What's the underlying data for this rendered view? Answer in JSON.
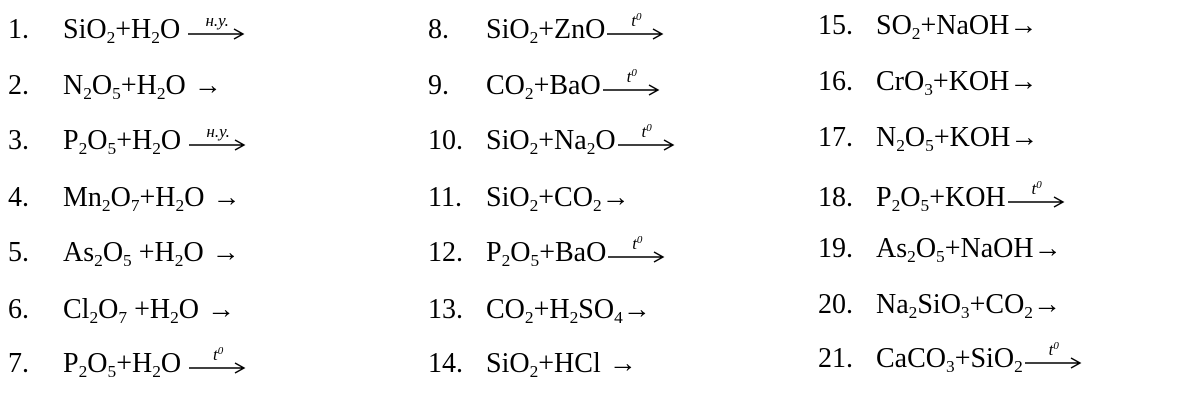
{
  "columns": [
    {
      "left": 0,
      "rows": [
        {
          "n": "1.",
          "parts": [
            [
              "t",
              "SiO"
            ],
            [
              "s",
              "2"
            ],
            [
              "t",
              "+H"
            ],
            [
              "s",
              "2"
            ],
            [
              "t",
              "O"
            ]
          ],
          "arrow": "cond",
          "cond": "н.у."
        },
        {
          "n": "2.",
          "parts": [
            [
              "t",
              "N"
            ],
            [
              "s",
              "2"
            ],
            [
              "t",
              "O"
            ],
            [
              "s",
              "5"
            ],
            [
              "t",
              "+H"
            ],
            [
              "s",
              "2"
            ],
            [
              "t",
              "O"
            ]
          ],
          "arrow": "plain"
        },
        {
          "n": "3.",
          "parts": [
            [
              "t",
              "P"
            ],
            [
              "s",
              "2"
            ],
            [
              "t",
              "O"
            ],
            [
              "s",
              "5"
            ],
            [
              "t",
              "+H"
            ],
            [
              "s",
              "2"
            ],
            [
              "t",
              "O"
            ]
          ],
          "arrow": "cond",
          "cond": "н.у."
        },
        {
          "n": "4.",
          "parts": [
            [
              "t",
              "Mn"
            ],
            [
              "s",
              "2"
            ],
            [
              "t",
              "O"
            ],
            [
              "s",
              "7"
            ],
            [
              "t",
              "+H"
            ],
            [
              "s",
              "2"
            ],
            [
              "t",
              "O"
            ]
          ],
          "arrow": "plain"
        },
        {
          "n": "5.",
          "parts": [
            [
              "t",
              "As"
            ],
            [
              "s",
              "2"
            ],
            [
              "t",
              "O"
            ],
            [
              "s",
              "5"
            ],
            [
              "t",
              " +H"
            ],
            [
              "s",
              "2"
            ],
            [
              "t",
              "O"
            ]
          ],
          "arrow": "plain"
        },
        {
          "n": "6.",
          "parts": [
            [
              "t",
              "Cl"
            ],
            [
              "s",
              "2"
            ],
            [
              "t",
              "O"
            ],
            [
              "s",
              "7"
            ],
            [
              "t",
              " +H"
            ],
            [
              "s",
              "2"
            ],
            [
              "t",
              "O"
            ]
          ],
          "arrow": "plain"
        },
        {
          "n": "7.",
          "parts": [
            [
              "t",
              "P"
            ],
            [
              "s",
              "2"
            ],
            [
              "t",
              "O"
            ],
            [
              "s",
              "5"
            ],
            [
              "t",
              "+H"
            ],
            [
              "s",
              "2"
            ],
            [
              "t",
              "O"
            ]
          ],
          "arrow": "cond",
          "cond": "t",
          "cond_sup": "0"
        }
      ]
    },
    {
      "left": 0,
      "rows": [
        {
          "n": "8.",
          "parts": [
            [
              "t",
              "SiO"
            ],
            [
              "s",
              "2"
            ],
            [
              "t",
              "+ZnO"
            ]
          ],
          "arrow": "cond",
          "cond": "t",
          "cond_sup": "0"
        },
        {
          "n": "9.",
          "parts": [
            [
              "t",
              "CO"
            ],
            [
              "s",
              "2"
            ],
            [
              "t",
              "+BaO"
            ]
          ],
          "arrow": "cond",
          "cond": "t",
          "cond_sup": "0"
        },
        {
          "n": "10.",
          "parts": [
            [
              "t",
              "SiO"
            ],
            [
              "s",
              "2"
            ],
            [
              "t",
              "+Na"
            ],
            [
              "s",
              "2"
            ],
            [
              "t",
              "O"
            ]
          ],
          "arrow": "cond",
          "cond": "t",
          "cond_sup": "0"
        },
        {
          "n": "11.",
          "parts": [
            [
              "t",
              "SiO"
            ],
            [
              "s",
              "2"
            ],
            [
              "t",
              "+CO"
            ],
            [
              "s",
              "2"
            ]
          ],
          "arrow": "plain"
        },
        {
          "n": "12.",
          "parts": [
            [
              "t",
              "P"
            ],
            [
              "s",
              "2"
            ],
            [
              "t",
              "O"
            ],
            [
              "s",
              "5"
            ],
            [
              "t",
              "+BaO"
            ]
          ],
          "arrow": "cond",
          "cond": "t",
          "cond_sup": "0"
        },
        {
          "n": "13.",
          "parts": [
            [
              "t",
              "CO"
            ],
            [
              "s",
              "2"
            ],
            [
              "t",
              "+H"
            ],
            [
              "s",
              "2"
            ],
            [
              "t",
              "SO"
            ],
            [
              "s",
              "4"
            ]
          ],
          "arrow": "plain"
        },
        {
          "n": "14.",
          "parts": [
            [
              "t",
              "SiO"
            ],
            [
              "s",
              "2"
            ],
            [
              "t",
              "+HCl"
            ]
          ],
          "arrow": "plain"
        }
      ]
    },
    {
      "left": 0,
      "rows": [
        {
          "n": "15.",
          "parts": [
            [
              "t",
              "SO"
            ],
            [
              "s",
              "2"
            ],
            [
              "t",
              "+NaOH"
            ]
          ],
          "arrow": "plain"
        },
        {
          "n": "16.",
          "parts": [
            [
              "t",
              "CrO"
            ],
            [
              "s",
              "3"
            ],
            [
              "t",
              "+KOH"
            ]
          ],
          "arrow": "plain"
        },
        {
          "n": "17.",
          "parts": [
            [
              "t",
              "N"
            ],
            [
              "s",
              "2"
            ],
            [
              "t",
              "O"
            ],
            [
              "s",
              "5"
            ],
            [
              "t",
              "+KOH"
            ]
          ],
          "arrow": "plain"
        },
        {
          "n": "18.",
          "parts": [
            [
              "t",
              "P"
            ],
            [
              "s",
              "2"
            ],
            [
              "t",
              "O"
            ],
            [
              "s",
              "5"
            ],
            [
              "t",
              "+KOH"
            ]
          ],
          "arrow": "cond",
          "cond": "t",
          "cond_sup": "0"
        },
        {
          "n": "19.",
          "parts": [
            [
              "t",
              "As"
            ],
            [
              "s",
              "2"
            ],
            [
              "t",
              "O"
            ],
            [
              "s",
              "5"
            ],
            [
              "t",
              "+NaOH"
            ]
          ],
          "arrow": "plain"
        },
        {
          "n": "20.",
          "parts": [
            [
              "t",
              "Na"
            ],
            [
              "s",
              "2"
            ],
            [
              "t",
              "SiO"
            ],
            [
              "s",
              "3"
            ],
            [
              "t",
              "+CO"
            ],
            [
              "s",
              "2"
            ]
          ],
          "arrow": "plain"
        },
        {
          "n": "21.",
          "parts": [
            [
              "t",
              "CaCO"
            ],
            [
              "s",
              "3"
            ],
            [
              "t",
              "+SiO"
            ],
            [
              "s",
              "2"
            ]
          ],
          "arrow": "cond",
          "cond": "t",
          "cond_sup": "0"
        }
      ]
    }
  ],
  "arrow_glyph": "→"
}
